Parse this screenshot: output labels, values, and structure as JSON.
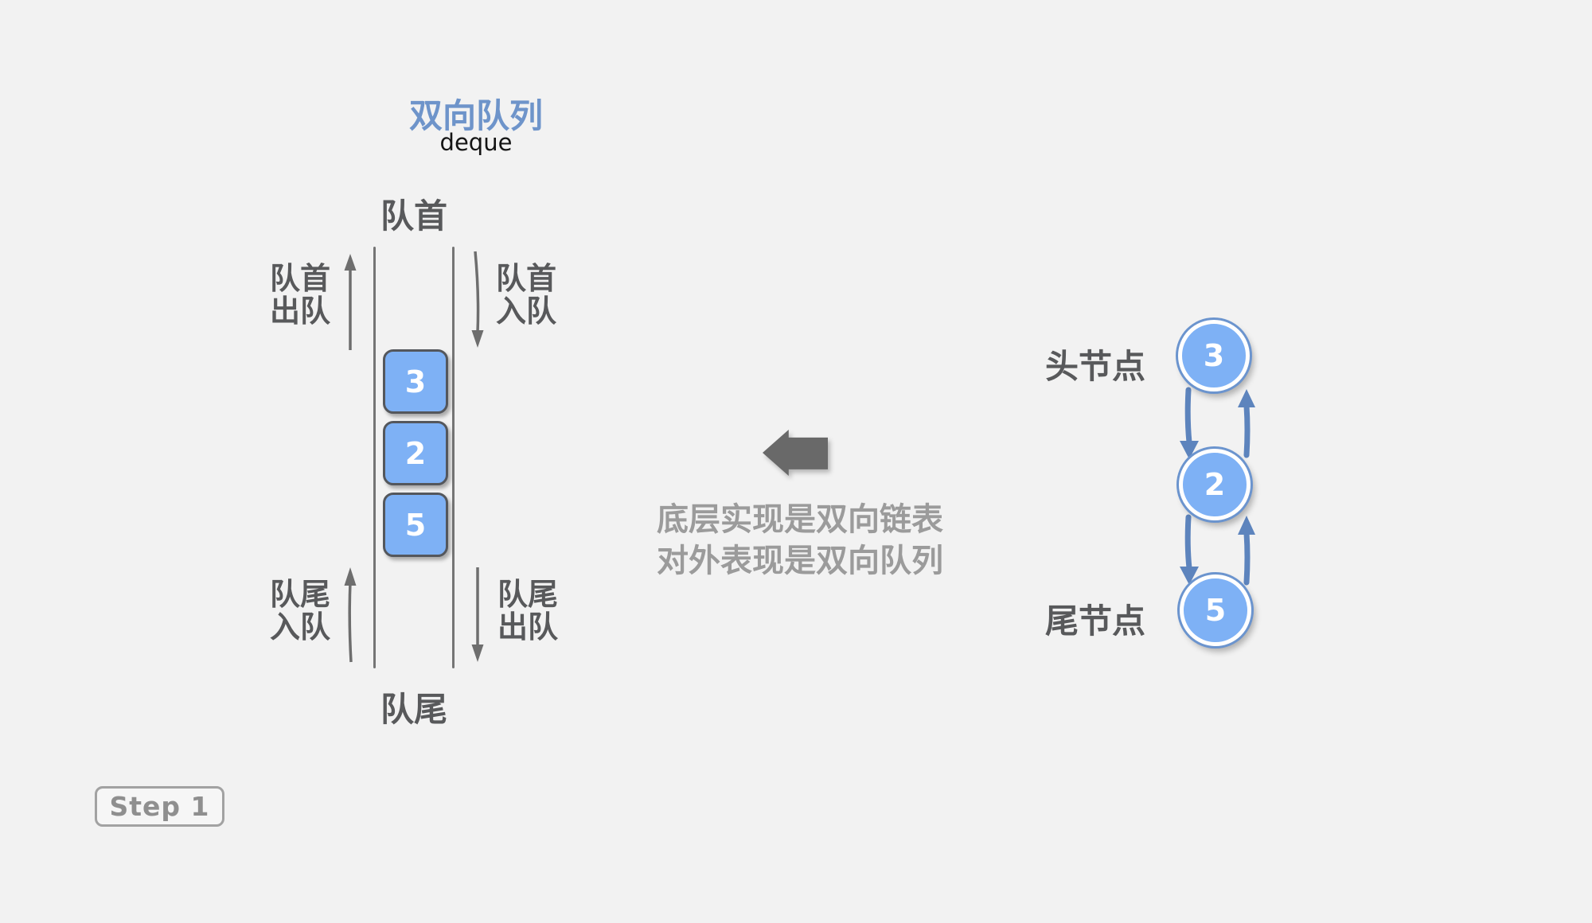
{
  "deque": {
    "title_zh": "双向队列",
    "title_en": "deque",
    "front_label": "队首",
    "rear_label": "队尾",
    "items": [
      "3",
      "2",
      "5"
    ],
    "ops": [
      {
        "line1": "队首",
        "line2": "出队"
      },
      {
        "line1": "队首",
        "line2": "入队"
      },
      {
        "line1": "队尾",
        "line2": "入队"
      },
      {
        "line1": "队尾",
        "line2": "出队"
      }
    ]
  },
  "middle": {
    "caption_line1": "底层实现是双向链表",
    "caption_line2": "对外表现是双向队列"
  },
  "linked_list": {
    "head_label": "头节点",
    "tail_label": "尾节点",
    "nodes": [
      "3",
      "2",
      "5"
    ]
  },
  "step": {
    "label": "Step 1"
  },
  "colors": {
    "background": "#f2f2f2",
    "accent_blue": "#7eb1f5",
    "ring_blue": "#6b94ce",
    "link_arrow_blue": "#5d84bd",
    "title_blue": "#6e94ca",
    "dark_gray_text": "#58595b",
    "mid_gray_text": "#9b9b9b",
    "queue_arrow_gray": "#6e6e6e"
  }
}
